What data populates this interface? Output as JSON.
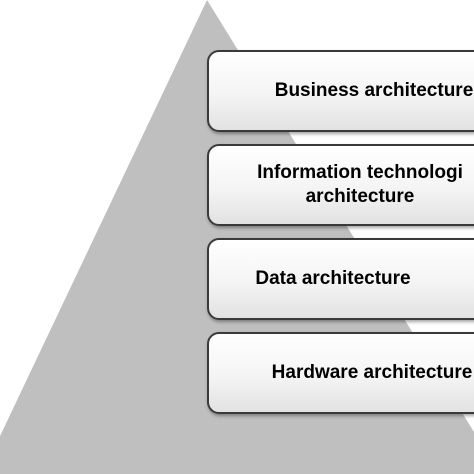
{
  "diagram": {
    "pyramid_color": "#bfbfbf",
    "box_border_color": "#3a3a3a",
    "layers": [
      {
        "label": "Business architecture"
      },
      {
        "label": "Information technologi\narchitecture"
      },
      {
        "label": "Data architecture"
      },
      {
        "label": "Hardware architecture"
      }
    ]
  }
}
